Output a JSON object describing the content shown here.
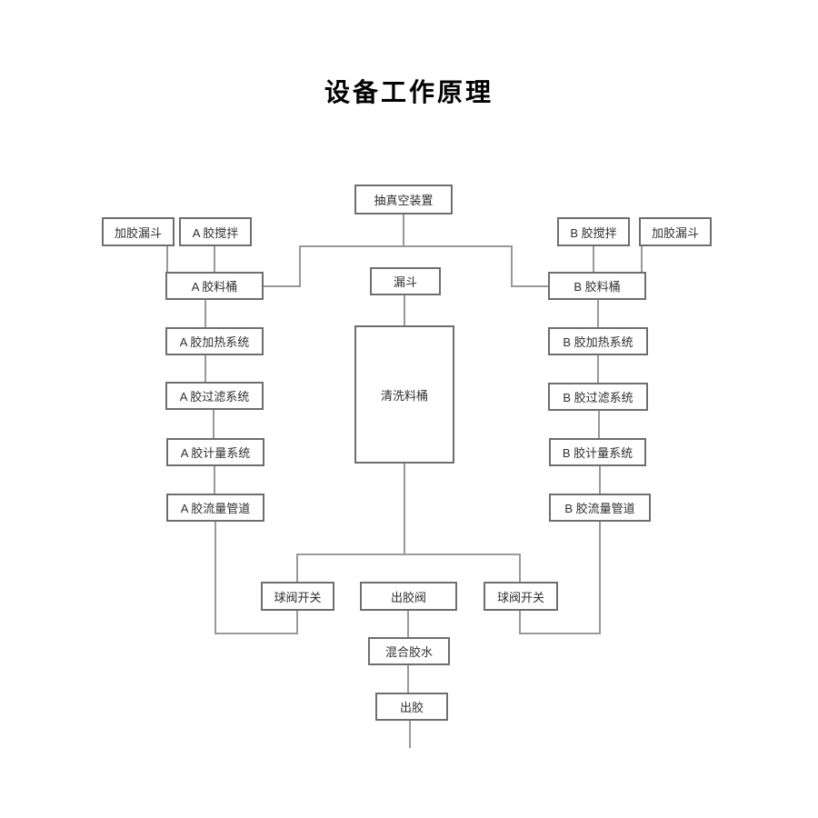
{
  "title": "设备工作原理",
  "colors": {
    "box_border": "#6e6e6e",
    "connector": "#999999",
    "text": "#2f2f2f",
    "title_text": "#000000",
    "background": "#ffffff"
  },
  "nodes": {
    "vacuum_device": "抽真空装置",
    "left_add_glue_funnel": "加胶漏斗",
    "a_glue_stir": "A 胶搅拌",
    "b_glue_stir": "B 胶搅拌",
    "right_add_glue_funnel": "加胶漏斗",
    "a_glue_barrel": "A 胶料桶",
    "center_funnel": "漏斗",
    "b_glue_barrel": "B 胶料桶",
    "a_glue_heating": "A 胶加热系统",
    "b_glue_heating": "B 胶加热系统",
    "a_glue_filter": "A 胶过滤系统",
    "cleaning_barrel": "清洗料桶",
    "b_glue_filter": "B 胶过滤系统",
    "a_glue_metering": "A 胶计量系统",
    "b_glue_metering": "B 胶计量系统",
    "a_glue_flow_pipe": "A 胶流量管道",
    "b_glue_flow_pipe": "B 胶流量管道",
    "left_ball_valve": "球阀开关",
    "glue_outlet_valve": "出胶阀",
    "right_ball_valve": "球阀开关",
    "mixed_glue": "混合胶水",
    "glue_out": "出胶"
  }
}
